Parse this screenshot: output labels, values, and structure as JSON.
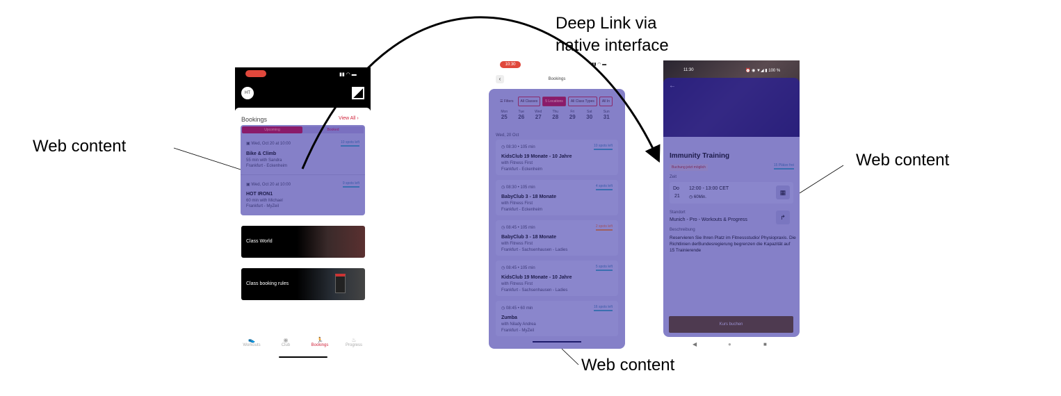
{
  "annotations": {
    "deep_link": "Deep Link via native interface",
    "deep_link_line1": "Deep Link via",
    "deep_link_line2": "native interface",
    "web_content_left": "Web content",
    "web_content_middle": "Web content",
    "web_content_right": "Web content"
  },
  "phone1": {
    "avatar": "HT",
    "section_title": "Bookings",
    "view_all": "View All",
    "tabs": [
      "Upcoming",
      "Booked"
    ],
    "bookings": [
      {
        "date": "Wed, Oct 20 at 10:00",
        "spots": "10 spots left",
        "title": "Bike & Climb",
        "detail": "55 min with Sandra",
        "location": "Frankfurt - Eckenheim"
      },
      {
        "date": "Wed, Oct 20 at 10:00",
        "spots": "9 spots left",
        "title": "HOT IRON1",
        "detail": "60 min with Michael",
        "location": "Frankfurt - MyZeil"
      }
    ],
    "banners": [
      "Class World",
      "Class booking rules"
    ],
    "nav": [
      {
        "label": "Workouts",
        "icon": "shoe-icon"
      },
      {
        "label": "Club",
        "icon": "location-icon"
      },
      {
        "label": "Bookings",
        "icon": "runner-icon",
        "active": true
      },
      {
        "label": "Progress",
        "icon": "flame-icon"
      }
    ],
    "accent": "#d0243c"
  },
  "phone2": {
    "time": "10:30",
    "title": "Bookings",
    "filters": [
      "Filters",
      "All Classes",
      "5 Locations",
      "All Class Types",
      "All In"
    ],
    "days": [
      {
        "d": "Mon",
        "n": "25"
      },
      {
        "d": "Tue",
        "n": "26"
      },
      {
        "d": "Wed",
        "n": "27"
      },
      {
        "d": "Thu",
        "n": "28"
      },
      {
        "d": "Fri",
        "n": "29"
      },
      {
        "d": "Sat",
        "n": "30"
      },
      {
        "d": "Sun",
        "n": "31"
      }
    ],
    "date_header": "Wed, 20 Oct",
    "classes": [
      {
        "time": "08:30 • 105 min",
        "spots": "10 spots left",
        "title": "KidsClub 19 Monate - 10 Jahre",
        "trainer": "with Fitness First",
        "location": "Frankfurt - Eckenheim"
      },
      {
        "time": "08:30 • 105 min",
        "spots": "4 spots left",
        "title": "BabyClub 3 - 18 Monate",
        "trainer": "with Fitness First",
        "location": "Frankfurt - Eckenheim"
      },
      {
        "time": "08:45 • 105 min",
        "spots": "2 spots left",
        "title": "BabyClub 3 - 18 Monate",
        "trainer": "with Fitness First",
        "location": "Frankfurt - Sachsenhausen - Ladies",
        "warn": true
      },
      {
        "time": "08:45 • 105 min",
        "spots": "5 spots left",
        "title": "KidsClub 19 Monate - 10 Jahre",
        "trainer": "with Fitness First",
        "location": "Frankfurt - Sachsenhausen - Ladies"
      },
      {
        "time": "08:45 • 60 min",
        "spots": "16 spots left",
        "title": "Zumba",
        "trainer": "with Nilady Andrea",
        "location": "Frankfurt - MyZeil"
      }
    ]
  },
  "phone3": {
    "time": "11:30",
    "battery": "100 %",
    "title": "Immunity Training",
    "badge": "Buchung jetzt möglich",
    "spots": "15 Plätze frei",
    "zeit_label": "Zeit",
    "day_short": "Do",
    "day_num": "21",
    "time_range": "12:00 - 13:00 CET",
    "duration": "60Min.",
    "standort_label": "Standort",
    "standort": "Munich - Pro - Workouts & Progress",
    "beschreibung_label": "Beschreibung",
    "beschreibung": "Reservieren Sie Ihren Platz im Fitnessstudio/ Physiopraxis. Die Richtlinien derBundesregierung begrenzen die Kapazität auf 15 Trainierende",
    "book_button": "Kurs buchen"
  },
  "colors": {
    "overlay": "#8580c8",
    "text": "#1d1b4a",
    "upcoming_tab": "#8a1b6a",
    "button": "#4e3a50"
  }
}
